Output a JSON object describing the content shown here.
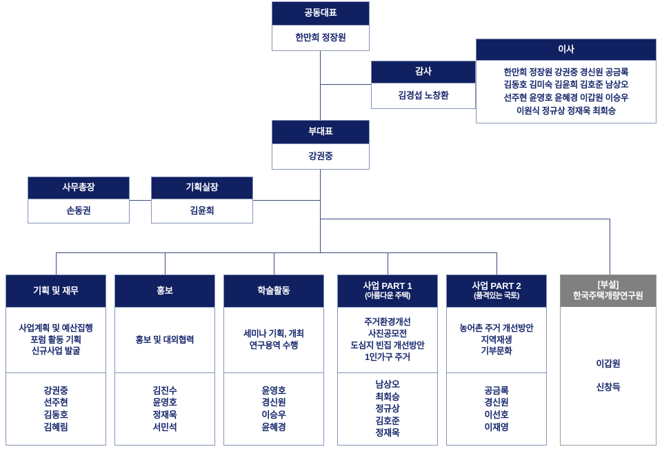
{
  "org_chart": {
    "title_color": "#102060",
    "accent_gray": "#808080",
    "text_color": "#16276b",
    "line_color": "#3a4a7a",
    "top": {
      "copresident": {
        "title": "공동대표",
        "members": "한만희  정장원"
      },
      "auditor": {
        "title": "감사",
        "members": "김경섭  노창환"
      },
      "directors": {
        "title": "이사",
        "lines": [
          "한만희  정장원  강권중  경신원  공금록",
          "김동호  김미숙  김윤희  김호준  남상오",
          "선주현  윤영호  윤혜경  이갑원  이승우",
          "이원식  정규상  정재욱  최회승"
        ]
      },
      "vicepresident": {
        "title": "부대표",
        "members": "강권중"
      }
    },
    "second": {
      "secretary_general": {
        "title": "사무총장",
        "members": "손동권"
      },
      "planning_head": {
        "title": "기획실장",
        "members": "김윤희"
      }
    },
    "departments": [
      {
        "id": "finance",
        "title": "기획 및 재무",
        "subtitle": "",
        "duties": [
          "사업계획 및 예산집행",
          "포럼 활동 기획",
          "신규사업 발굴"
        ],
        "people": [
          "강권중",
          "선주현",
          "김동호",
          "김혜림"
        ]
      },
      {
        "id": "pr",
        "title": "홍보",
        "subtitle": "",
        "duties": [
          "홍보 및 대외협력"
        ],
        "people": [
          "김진수",
          "윤영호",
          "정재욱",
          "서민석"
        ]
      },
      {
        "id": "academic",
        "title": "학술활동",
        "subtitle": "",
        "duties": [
          "세미나 기획, 개최",
          "연구용역 수행"
        ],
        "people": [
          "윤영호",
          "경신원",
          "이승우",
          "윤혜경"
        ]
      },
      {
        "id": "part1",
        "title": "사업 PART 1",
        "subtitle": "(아름다운 주택)",
        "duties": [
          "주거환경개선",
          "사진공모전",
          "도심지 빈집 개선방안",
          "1인가구 주거"
        ],
        "people": [
          "남상오",
          "최회승",
          "정규상",
          "김호준",
          "정재욱"
        ]
      },
      {
        "id": "part2",
        "title": "사업 PART 2",
        "subtitle": "(품격있는 국토)",
        "duties": [
          "농어촌 주거 개선방안",
          "지역재생",
          "기부문화"
        ],
        "people": [
          "공금록",
          "경신원",
          "이선호",
          "이재영"
        ]
      }
    ],
    "institute": {
      "title_line1": "[부설]",
      "title_line2": "한국주택개량연구원",
      "people": [
        "이갑원",
        "신창득"
      ]
    }
  }
}
